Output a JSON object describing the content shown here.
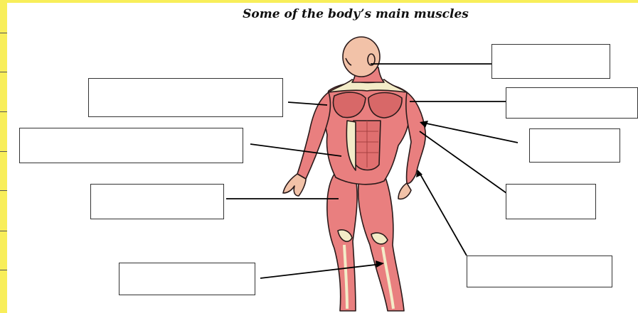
{
  "title": "Some of the body’s main muscles",
  "colors": {
    "frame": "#f8ee5a",
    "muscle": "#e97f7f",
    "muscle_dark": "#c85a5a",
    "tendon": "#f3ecc8",
    "outline": "#2a1a1a",
    "skin": "#f2c2a8"
  },
  "label_boxes": [
    {
      "id": "box-head-neck",
      "text": ""
    },
    {
      "id": "box-left-chest",
      "text": ""
    },
    {
      "id": "box-right-shoulder",
      "text": ""
    },
    {
      "id": "box-left-abdomen",
      "text": ""
    },
    {
      "id": "box-right-upper-arm",
      "text": ""
    },
    {
      "id": "box-left-thigh",
      "text": ""
    },
    {
      "id": "box-right-forearm",
      "text": ""
    },
    {
      "id": "box-left-calf",
      "text": ""
    },
    {
      "id": "box-right-lower-arm",
      "text": ""
    }
  ]
}
